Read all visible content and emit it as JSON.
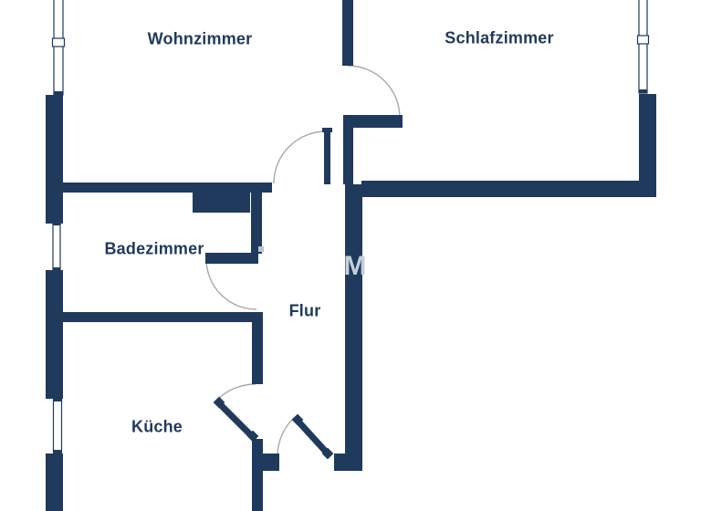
{
  "plan": {
    "rooms": {
      "wohnzimmer": {
        "label": "Wohnzimmer"
      },
      "schlafzimmer": {
        "label": "Schlafzimmer"
      },
      "badezimmer": {
        "label": "Badezimmer"
      },
      "flur": {
        "label": "Flur"
      },
      "kueche": {
        "label": "Küche"
      }
    },
    "watermark": {
      "text": "M"
    }
  },
  "colors": {
    "wall": "#1f3a5c",
    "label": "#1f3a5c",
    "arc": "#a5a9ad",
    "bg": "#ffffff",
    "watermark": "#c6cfd9",
    "window-fill": "#ffffff"
  }
}
